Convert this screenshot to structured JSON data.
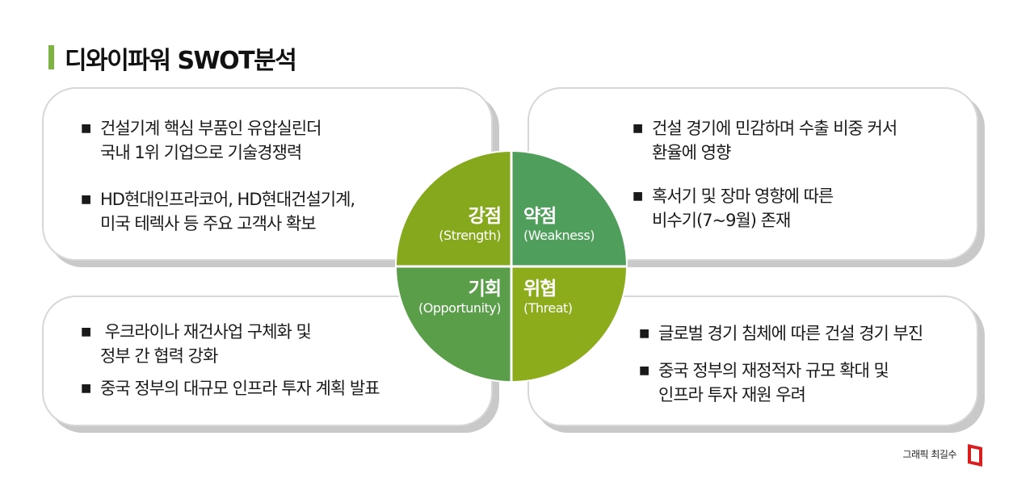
{
  "title": "디와이파워 SWOT분석",
  "colors": {
    "accent": "#7cb342",
    "strength": "#86a81c",
    "weakness": "#4f9e5b",
    "opportunity": "#5a9e4a",
    "threat": "#8cac1c",
    "logo": "#d81e1e"
  },
  "quadrants": {
    "strength": {
      "ko": "강점",
      "en": "(Strength)"
    },
    "weakness": {
      "ko": "약점",
      "en": "(Weakness)"
    },
    "opportunity": {
      "ko": "기회",
      "en": "(Opportunity)"
    },
    "threat": {
      "ko": "위협",
      "en": "(Threat)"
    }
  },
  "strength_items": [
    [
      "건설기계 핵심 부품인 유압실린더",
      "국내 1위 기업으로 기술경쟁력"
    ],
    [
      "HD현대인프라코어, HD현대건설기계,",
      "미국 테렉사 등 주요 고객사 확보"
    ]
  ],
  "weakness_items": [
    [
      "건설 경기에 민감하며 수출 비중 커서",
      "환율에 영향"
    ],
    [
      "혹서기 및 장마 영향에 따른",
      "비수기(7~9월) 존재"
    ]
  ],
  "opportunity_items": [
    [
      " 우크라이나 재건사업 구체화 및",
      "정부 간 협력 강화"
    ],
    [
      "중국 정부의 대규모 인프라 투자 계획 발표"
    ]
  ],
  "threat_items": [
    [
      "글로벌 경기 침체에 따른 건설 경기 부진"
    ],
    [
      "중국 정부의 재정적자 규모 확대 및",
      "인프라 투자 재원 우려"
    ]
  ],
  "bullet": "■",
  "credit": "그래픽 최길수",
  "logo_icon": "asiae-logo-icon"
}
